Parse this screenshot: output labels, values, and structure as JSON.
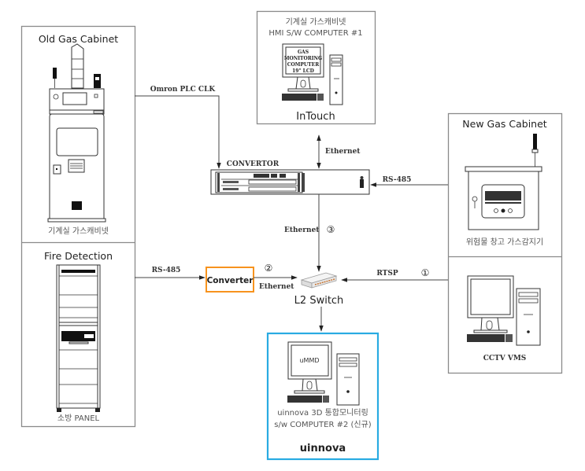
{
  "diagram": {
    "old_gas_cabinet": {
      "title": "Old Gas Cabinet",
      "subtitle": "기계실 가스캐비넷"
    },
    "fire_detection": {
      "title": "Fire Detection",
      "subtitle": "소방 PANEL"
    },
    "hmi_computer": {
      "subtitle_ko": "기계실 가스캐비넷",
      "subtitle_en": "HMI S/W COMPUTER #1",
      "screen_lines": [
        "GAS",
        "MONITORING",
        "COMPUTER",
        "19\" LCD"
      ],
      "title": "InTouch"
    },
    "new_gas_cabinet": {
      "title": "New Gas Cabinet",
      "subtitle": "위험물 창고 가스감지기"
    },
    "cctv": {
      "title": "CCTV VMS"
    },
    "convertor": {
      "title": "CONVERTOR"
    },
    "converter": {
      "title": "Converter",
      "accent_color": "#f7931e"
    },
    "l2_switch": {
      "title": "L2 Switch"
    },
    "uinnova": {
      "screen_text": "uMMD",
      "line1": "uinnova 3D 통합모니터링",
      "line2": "s/w COMPUTER #2 (신규)",
      "brand": "uinnova",
      "accent_color": "#29abe2"
    },
    "links": {
      "omron": "Omron PLC CLK",
      "ethernet_hmi": "Ethernet",
      "rs485_new": "RS-485",
      "ethernet_conv": "Ethernet",
      "rs485_fire": "RS-485",
      "ethernet_converter": "Ethernet",
      "rtsp": "RTSP"
    },
    "markers": {
      "one": "①",
      "two": "②",
      "three": "③"
    }
  }
}
